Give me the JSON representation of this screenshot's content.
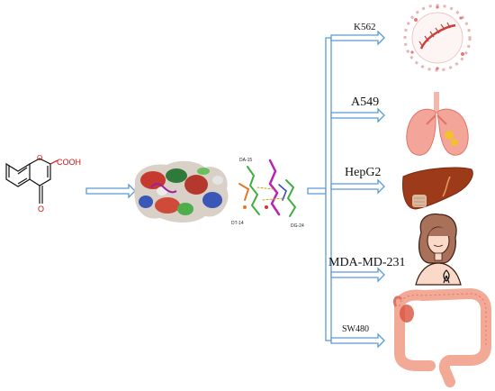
{
  "molecule": {
    "group_label": "COOH",
    "ring_oxygen": "O",
    "keto_oxygen": "O"
  },
  "docking": {
    "residues": [
      "DA-15",
      "DT-14",
      "DG-24"
    ]
  },
  "cell_lines": {
    "k562": "K562",
    "a549": "A549",
    "hepg2": "HepG2",
    "mda": "MDA-MD-231",
    "sw480": "SW480"
  },
  "icons": [
    "blood-cell-icon",
    "lungs-icon",
    "liver-icon",
    "breast-cancer-woman-icon",
    "colon-icon"
  ],
  "colors": {
    "arrow": "#5b9bd5",
    "arrow_fill": "#ffffff",
    "organ": "#f4a59a",
    "organ_dark": "#e07268",
    "liver": "#9c3a1a",
    "skin": "#fbd9c9",
    "hair": "#a9705a"
  }
}
